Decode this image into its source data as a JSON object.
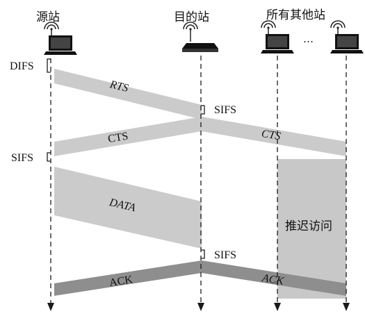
{
  "stations": {
    "source": "源站",
    "destination": "目的站",
    "others": "所有其他站",
    "ellipsis": "…"
  },
  "intervals": {
    "difs": "DIFS",
    "sifs_source": "SIFS",
    "sifs_dest_1": "SIFS",
    "sifs_dest_2": "SIFS"
  },
  "frames": {
    "rts": "RTS",
    "cts": "CTS",
    "cts_others": "CTS",
    "data": "DATA",
    "ack": "ACK",
    "ack_others": "ACK"
  },
  "nav": {
    "label": "推迟访问"
  },
  "colors": {
    "light_band": "#cbcbcb",
    "dark_band": "#8e8e8e",
    "nav_fill": "#c8c8c8",
    "line": "#1a1a1a"
  }
}
